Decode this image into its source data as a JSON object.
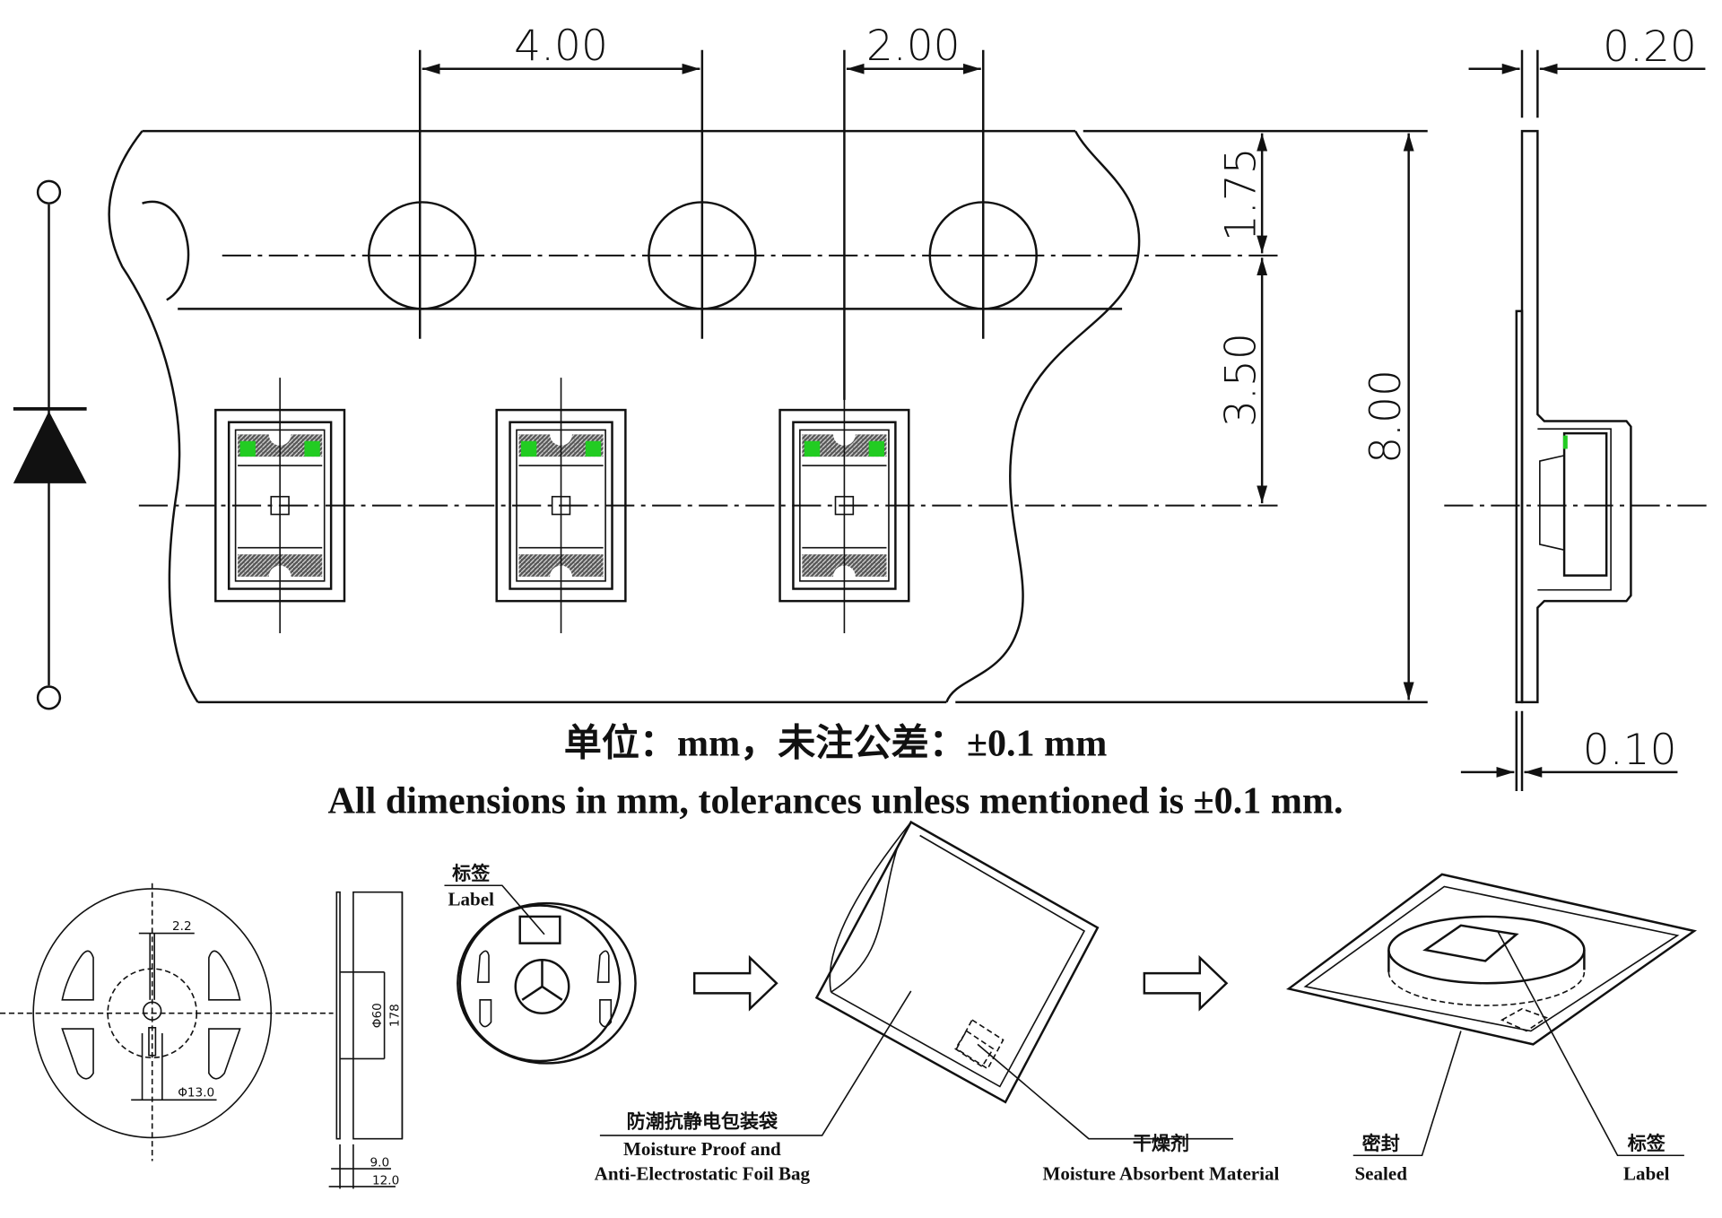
{
  "dimensions": {
    "pitch_holes": "4.00",
    "pitch_hole_to_pocket": "2.00",
    "tape_thickness": "0.20",
    "hole_edge": "1.75",
    "hole_to_pocket_center": "3.50",
    "tape_width": "8.00",
    "cover_thickness": "0.10"
  },
  "notes": {
    "cn": "单位：mm，未注公差：±0.1 mm",
    "en": "All dimensions in mm, tolerances unless mentioned is  ±0.1 mm."
  },
  "reel": {
    "slot_width": "2.2",
    "hub_diameter": "Φ13.0",
    "core_diameter": "Φ60",
    "reel_diameter": "178",
    "inner_width": "9.0",
    "outer_width": "12.0"
  },
  "labels": {
    "reel_label_cn": "标签",
    "reel_label_en": "Label",
    "bag_cn": "防潮抗静电包装袋",
    "bag_en_1": "Moisture Proof and",
    "bag_en_2": "Anti-Electrostatic Foil Bag",
    "desiccant_cn": "干燥剂",
    "desiccant_en": "Moisture Absorbent Material",
    "sealed_cn": "密封",
    "sealed_en": "Sealed",
    "label2_cn": "标签",
    "label2_en": "Label"
  },
  "colors": {
    "led_pad": "#22cc22",
    "line": "#111111"
  }
}
